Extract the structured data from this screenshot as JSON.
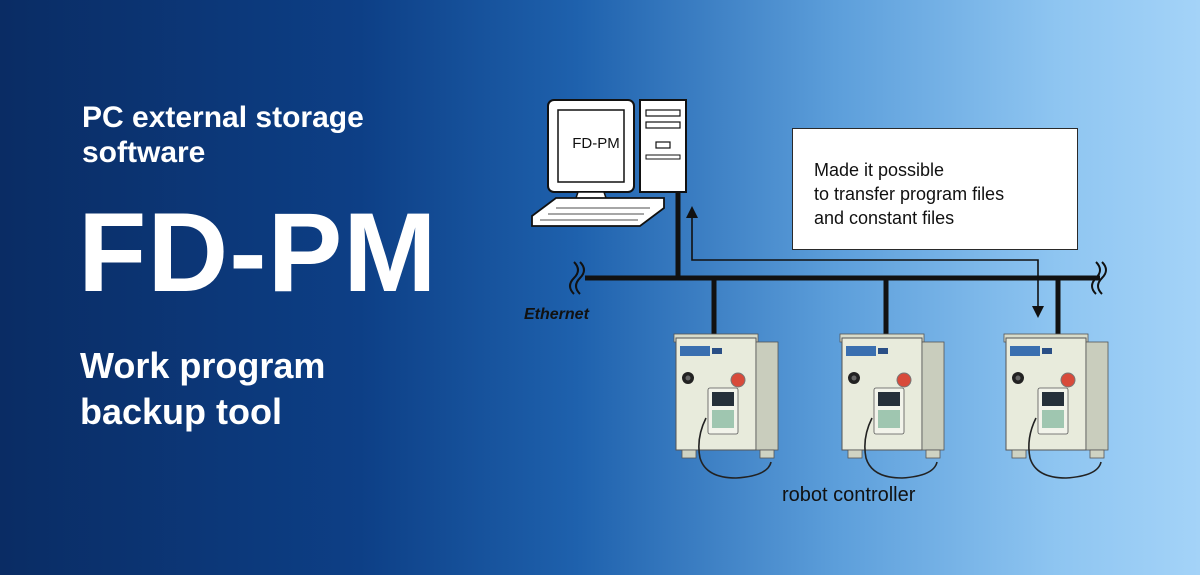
{
  "banner": {
    "subtitle": "PC external storage software",
    "product_name": "FD-PM",
    "tagline": "Work program backup tool"
  },
  "diagram": {
    "pc_screen_label": "FD-PM",
    "note": "Made it possible\nto transfer program files\nand constant files",
    "network_label": "Ethernet",
    "controllers_label": "robot controller",
    "controller_count": 3
  },
  "colors": {
    "gradient_dark": "#0a2c64",
    "gradient_light": "#a4d3f8",
    "text_white": "#ffffff",
    "line_black": "#111111",
    "cabinet_body": "#e8ebdc"
  }
}
